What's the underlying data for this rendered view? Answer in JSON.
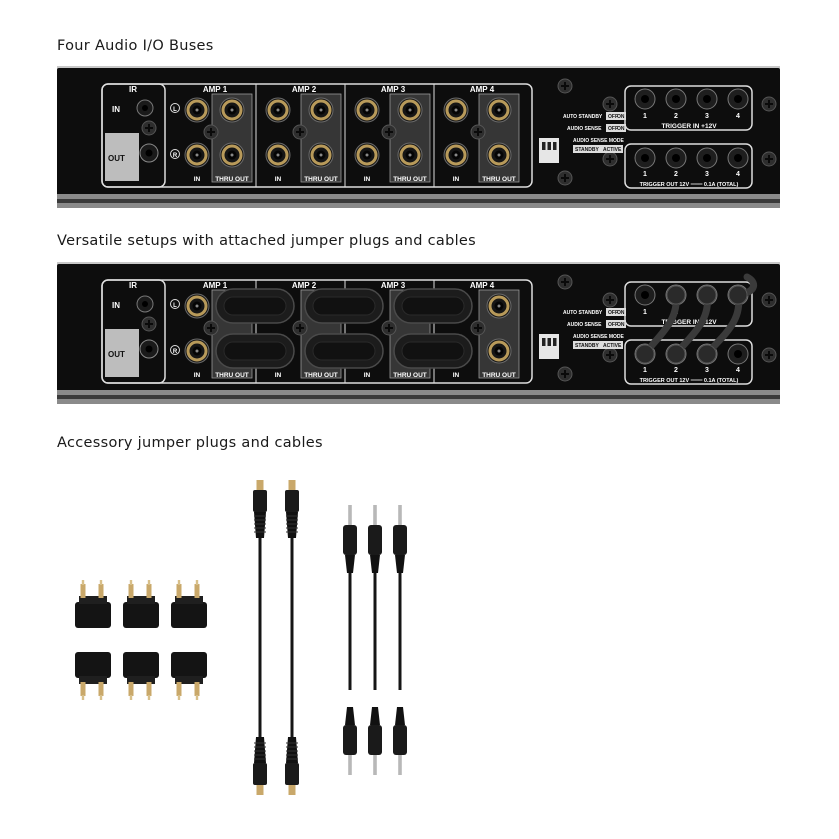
{
  "sections": {
    "buses_heading": "Four Audio I/O Buses",
    "setups_heading": "Versatile setups with attached jumper plugs and cables",
    "accessories_heading": "Accessory jumper plugs and cables"
  },
  "panel": {
    "ir_label": "IR",
    "ir_in": "IN",
    "ir_out": "OUT",
    "amps": [
      "AMP 1",
      "AMP 2",
      "AMP 3",
      "AMP 4"
    ],
    "channel_left": "L",
    "channel_right": "R",
    "in_label": "IN",
    "thru_out_label": "THRU OUT",
    "auto_standby": "AUTO STANDBY",
    "audio_sense": "AUDIO SENSE",
    "off": "OFF",
    "on": "ON",
    "audio_sense_mode": "AUDIO SENSE MODE",
    "standby": "STANDBY",
    "active": "ACTIVE",
    "trigger_in": "TRIGGER IN  +12V",
    "trigger_out": "TRIGGER OUT  12V ═══ 0.1A (TOTAL)",
    "trigger_numbers": [
      "1",
      "2",
      "3",
      "4"
    ]
  },
  "colors": {
    "chassis": "#0d0d0d",
    "panel_frame": "#dddddd",
    "jack_gold": "#b89a5a",
    "jumper": "#1c1c1c"
  }
}
